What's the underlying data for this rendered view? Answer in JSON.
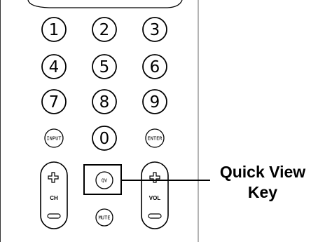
{
  "digits": [
    "1",
    "2",
    "3",
    "4",
    "5",
    "6",
    "7",
    "8",
    "9",
    "0"
  ],
  "small_buttons": {
    "input": "INPUT",
    "enter": "ENTER",
    "qv": "QV",
    "mute": "MUTE"
  },
  "rockers": {
    "ch": "CH",
    "vol": "VOL"
  },
  "callout": {
    "line1": "Quick View",
    "line2": "Key"
  }
}
